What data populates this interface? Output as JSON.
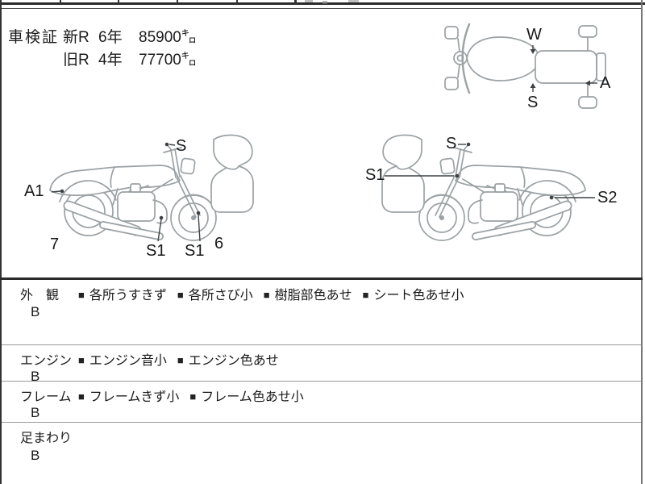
{
  "colors": {
    "paper": "#ffffff",
    "border_dark": "#2a2a2a",
    "row_divider": "#9a9a9a",
    "art_line": "#9ba1a4",
    "leader_line": "#3f4245"
  },
  "header": {
    "cert_label": "車検証",
    "rows": [
      {
        "era": "新R",
        "year": "6年",
        "distance": "85900㌔"
      },
      {
        "era": "旧R",
        "year": "4年",
        "distance": "77700㌔"
      }
    ]
  },
  "diagram_top_view": {
    "label_w": "W",
    "label_s": "S",
    "label_a": "A"
  },
  "diagram_left": {
    "label_s": "S",
    "label_a1": "A1",
    "label_7": "7",
    "label_s1_a": "S1",
    "label_s1_b": "S1",
    "label_6": "6"
  },
  "diagram_right": {
    "label_s": "S",
    "label_s1": "S1",
    "label_s2": "S2"
  },
  "inspection": {
    "bullet_char": "■",
    "rows": [
      {
        "category": "外　観",
        "grade": "B",
        "items": [
          "各所うすきず",
          "各所さび小",
          "樹脂部色あせ",
          "シート色あせ小"
        ]
      },
      {
        "category": "エンジン",
        "grade": "B",
        "items": [
          "エンジン音小",
          "エンジン色あせ"
        ]
      },
      {
        "category": "フレーム",
        "grade": "B",
        "items": [
          "フレームきず小",
          "フレーム色あせ小"
        ]
      },
      {
        "category": "足まわり",
        "grade": "B",
        "items": []
      }
    ]
  }
}
